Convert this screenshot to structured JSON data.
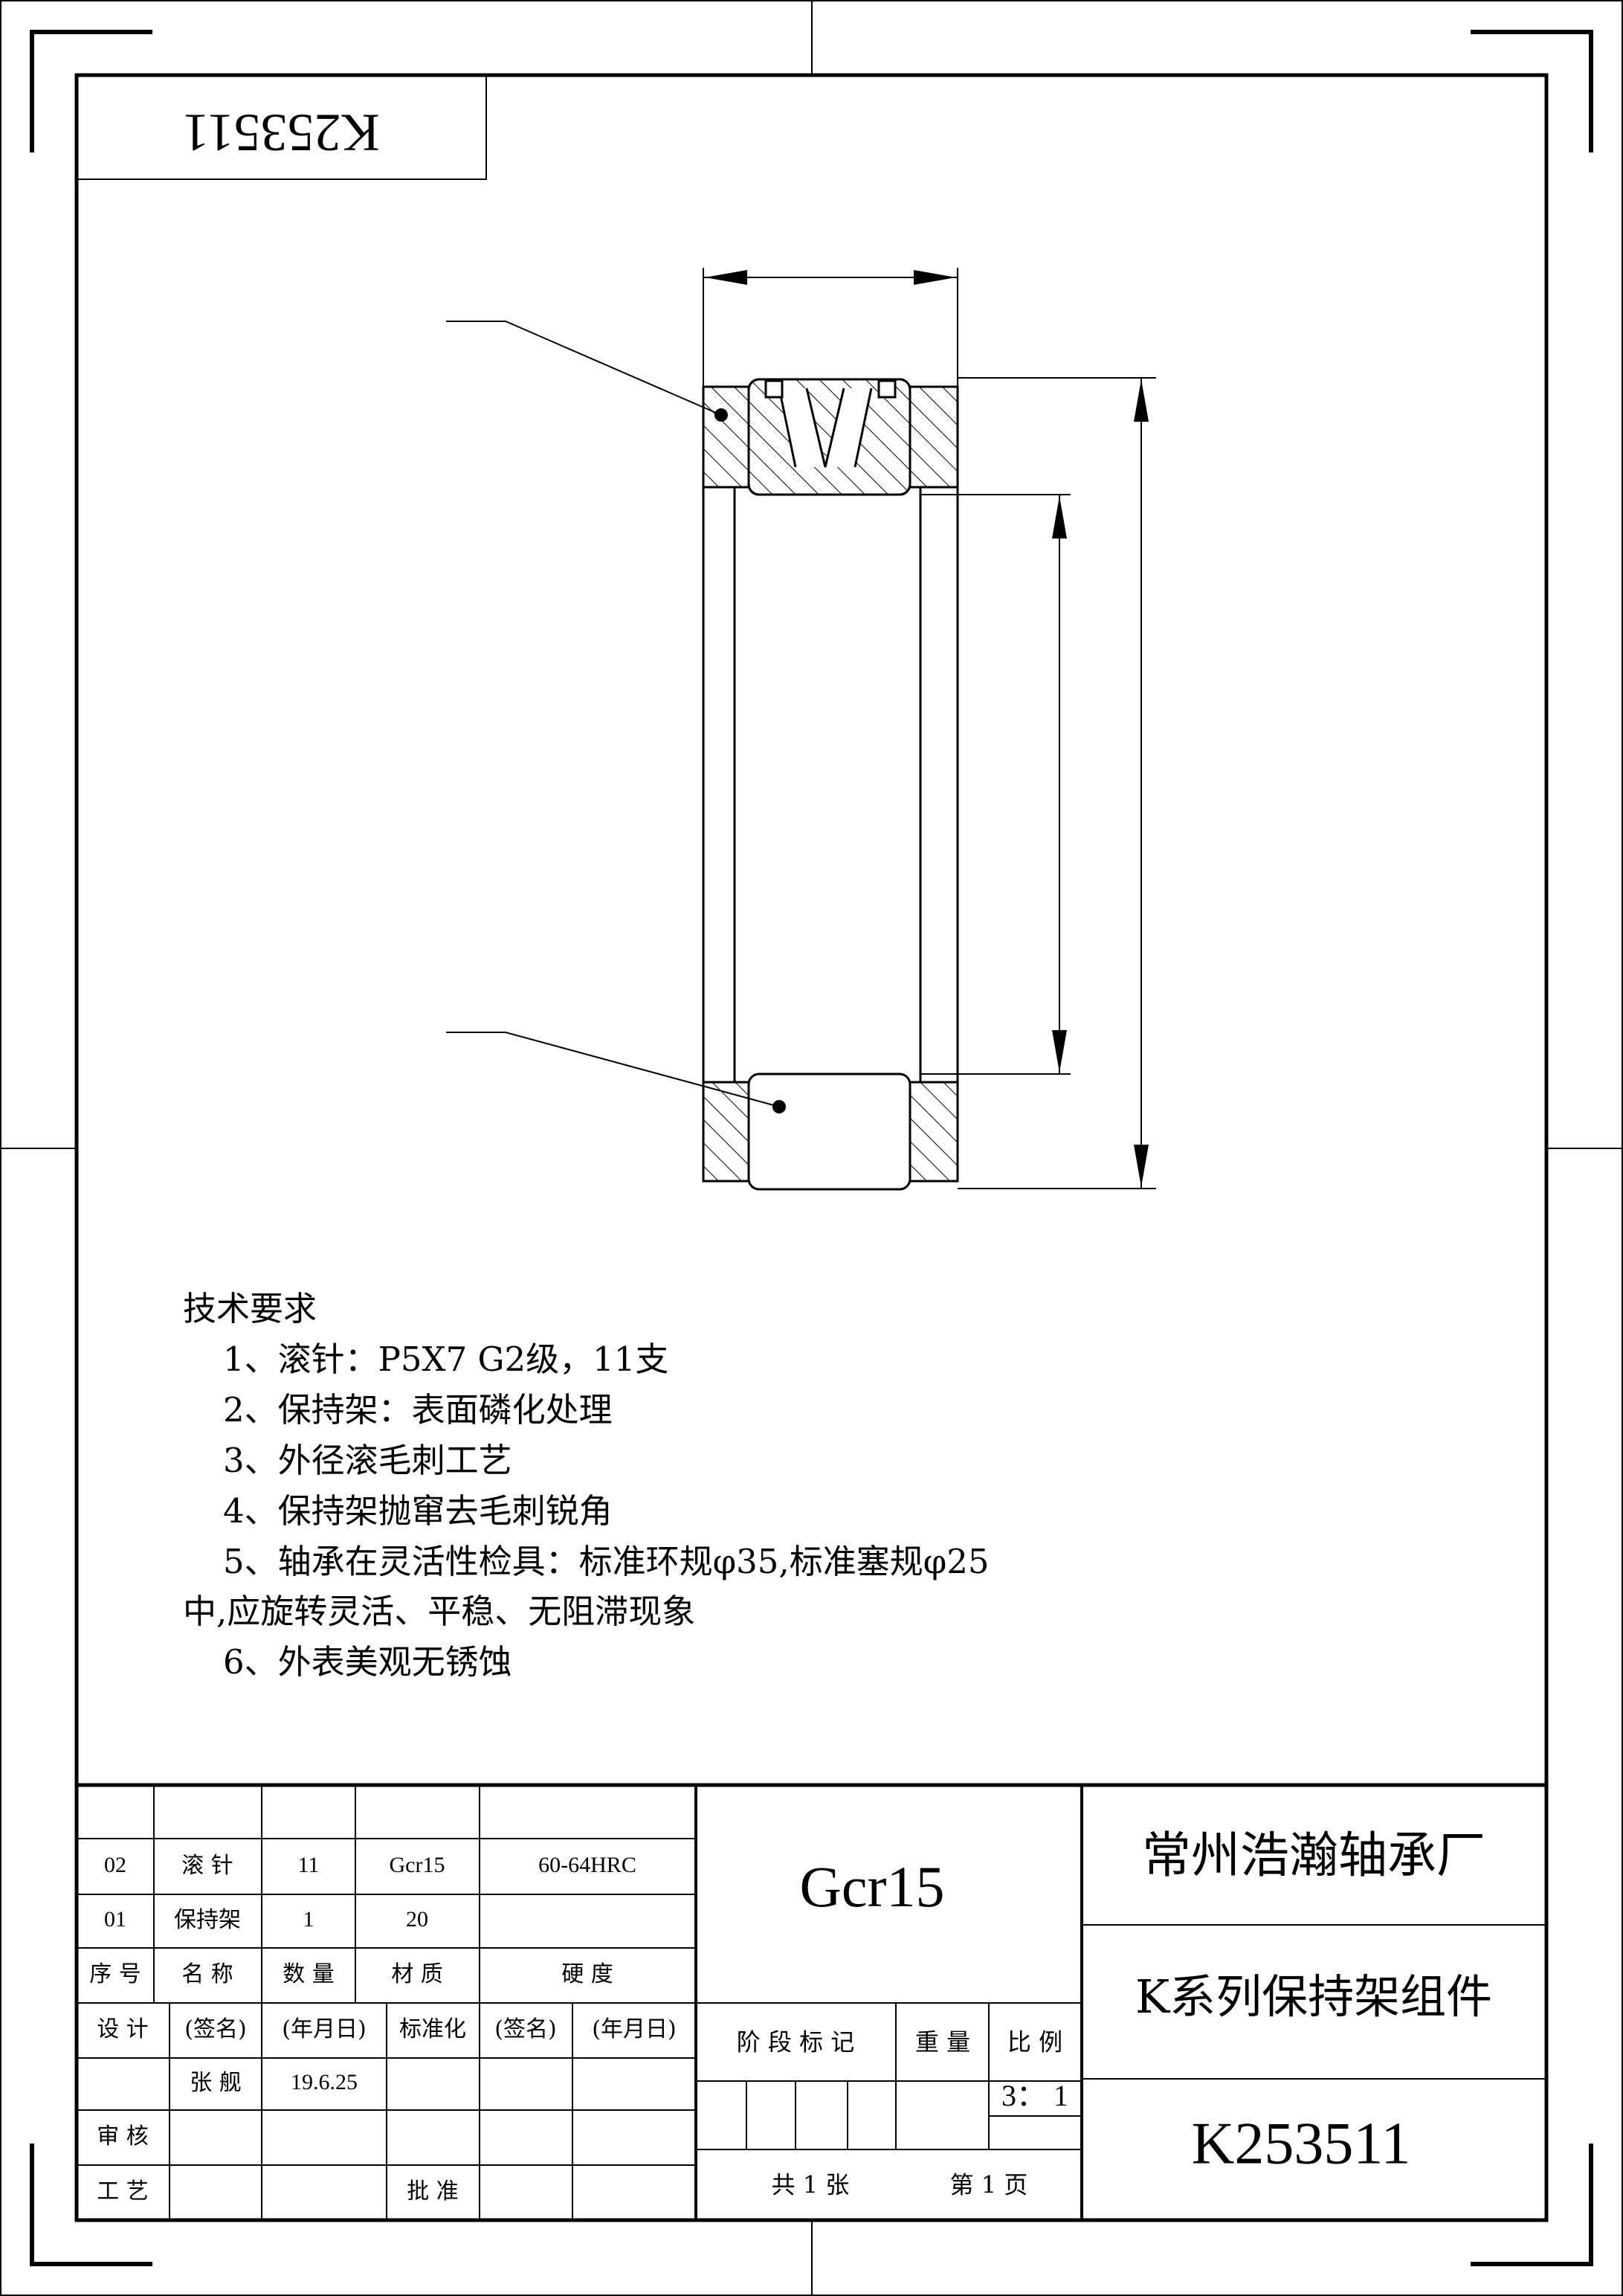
{
  "corner_code": "K253511",
  "tech_requirements": {
    "title": "技术要求",
    "lines": [
      "1、滚针：P5X7 G2级，11支",
      "2、保持架：表面磷化处理",
      "3、外径滚毛刺工艺",
      "4、保持架抛窜去毛刺锐角",
      "5、轴承在灵活性检具：标准环规φ35,标准塞规φ25",
      "中,应旋转灵活、平稳、无阻滞现象",
      "6、外表美观无锈蚀"
    ]
  },
  "bom": {
    "rows": [
      {
        "no": "02",
        "name": "滚 针",
        "qty": "11",
        "material": "Gcr15",
        "hardness": "60-64HRC"
      },
      {
        "no": "01",
        "name": "保持架",
        "qty": "1",
        "material": "20",
        "hardness": ""
      }
    ],
    "header": {
      "no": "序 号",
      "name": "名 称",
      "qty": "数 量",
      "material": "材 质",
      "hardness": "硬 度"
    }
  },
  "sign": {
    "design": "设  计",
    "sign1": "(签名)",
    "date1": "(年月日)",
    "standard": "标准化",
    "sign2": "(签名)",
    "date2": "(年月日)",
    "designer": "张 舰",
    "design_date": "19.6.25",
    "review": "审  核",
    "process": "工  艺",
    "approve": "批  准"
  },
  "material_center": "Gcr15",
  "stage": {
    "stage_label": "阶 段 标 记",
    "weight_label": "重 量",
    "scale_label": "比 例",
    "scale_value": "3： 1",
    "sheets": "共  1  张",
    "page": "第  1  页"
  },
  "company": "常州浩瀚轴承厂",
  "part_name": "K系列保持架组件",
  "drawing_no": "K253511"
}
